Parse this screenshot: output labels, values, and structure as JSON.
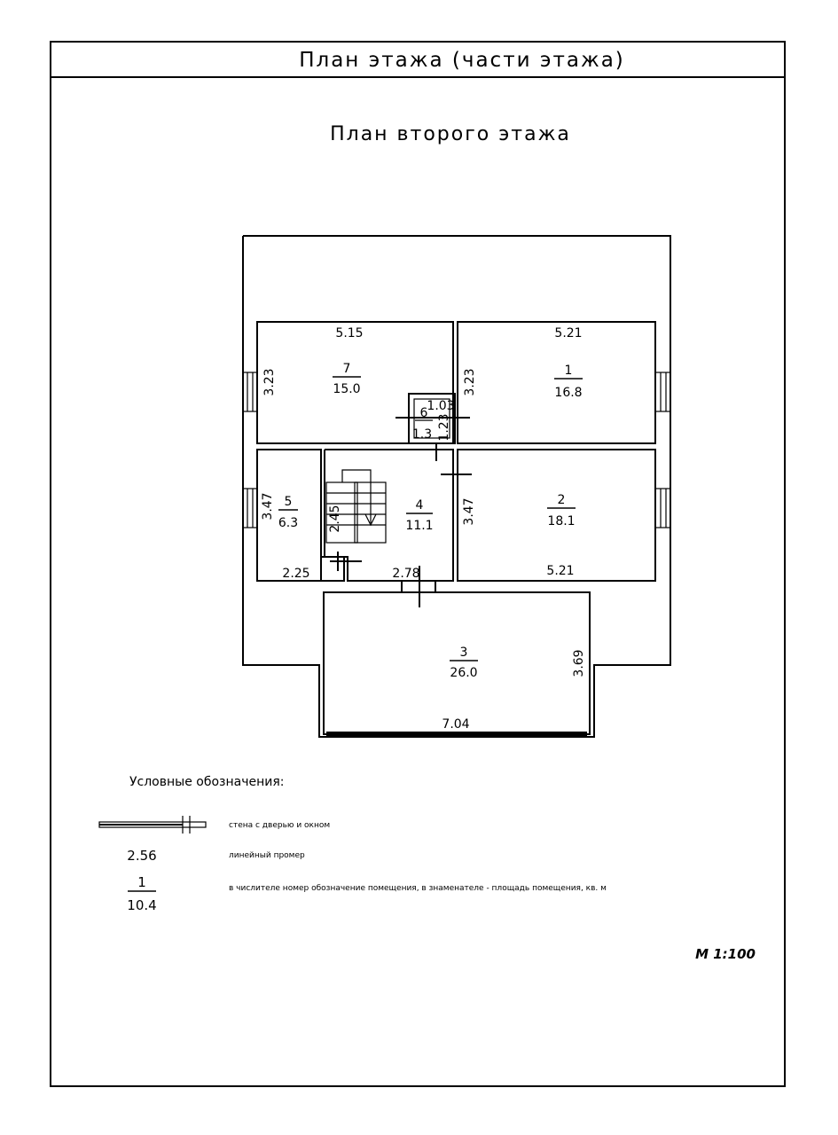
{
  "sheet_title": "План этажа (части этажа)",
  "plan_title": "План второго этажа",
  "rooms": [
    {
      "number": "7",
      "area": "15.0"
    },
    {
      "number": "1",
      "area": "16.8"
    },
    {
      "number": "6",
      "area": "1.3"
    },
    {
      "number": "5",
      "area": "6.3"
    },
    {
      "number": "4",
      "area": "11.1"
    },
    {
      "number": "2",
      "area": "18.1"
    },
    {
      "number": "3",
      "area": "26.0"
    }
  ],
  "dimensions": {
    "r7_width": "5.15",
    "r7_height": "3.23",
    "r1_width": "5.21",
    "r1_height": "3.23",
    "r6_width": "1.03",
    "r6_height": "1.23",
    "r5_height": "3.47",
    "r5_width": "2.25",
    "stair": "2.45",
    "r4_width": "2.78",
    "r4_height": "3.47",
    "r2_width": "5.21",
    "r3_height": "3.69",
    "r3_width": "7.04"
  },
  "legend": {
    "heading": "Условные обозначения:",
    "wall_label": "стена с дверью и окном",
    "dim_example": "2.56",
    "dim_label": "линейный промер",
    "room_num_example": "1",
    "room_area_example": "10.4",
    "room_label": "в числителе номер обозначение помещения, в знаменателе - площадь помещения, кв. м"
  },
  "scale": "М 1:100"
}
